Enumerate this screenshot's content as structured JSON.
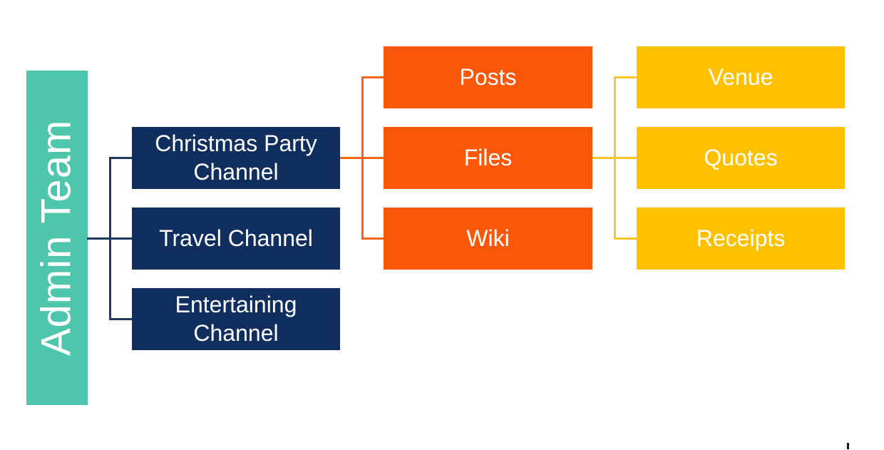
{
  "colors": {
    "root_teal": "#4EC6AB",
    "channel_navy": "#112F5E",
    "tab_orange": "#FA5708",
    "folder_gold": "#FFC000",
    "line_navy": "#1F3864",
    "line_orange": "#F4651C",
    "line_gold": "#FFC425"
  },
  "tree": {
    "root": {
      "label": "Admin Team"
    },
    "channels": [
      {
        "label": "Christmas Party Channel"
      },
      {
        "label": "Travel Channel"
      },
      {
        "label": "Entertaining Channel"
      }
    ],
    "channel_items": [
      {
        "label": "Posts"
      },
      {
        "label": "Files"
      },
      {
        "label": "Wiki"
      }
    ],
    "files_folders": [
      {
        "label": "Venue"
      },
      {
        "label": "Quotes"
      },
      {
        "label": "Receipts"
      }
    ]
  }
}
